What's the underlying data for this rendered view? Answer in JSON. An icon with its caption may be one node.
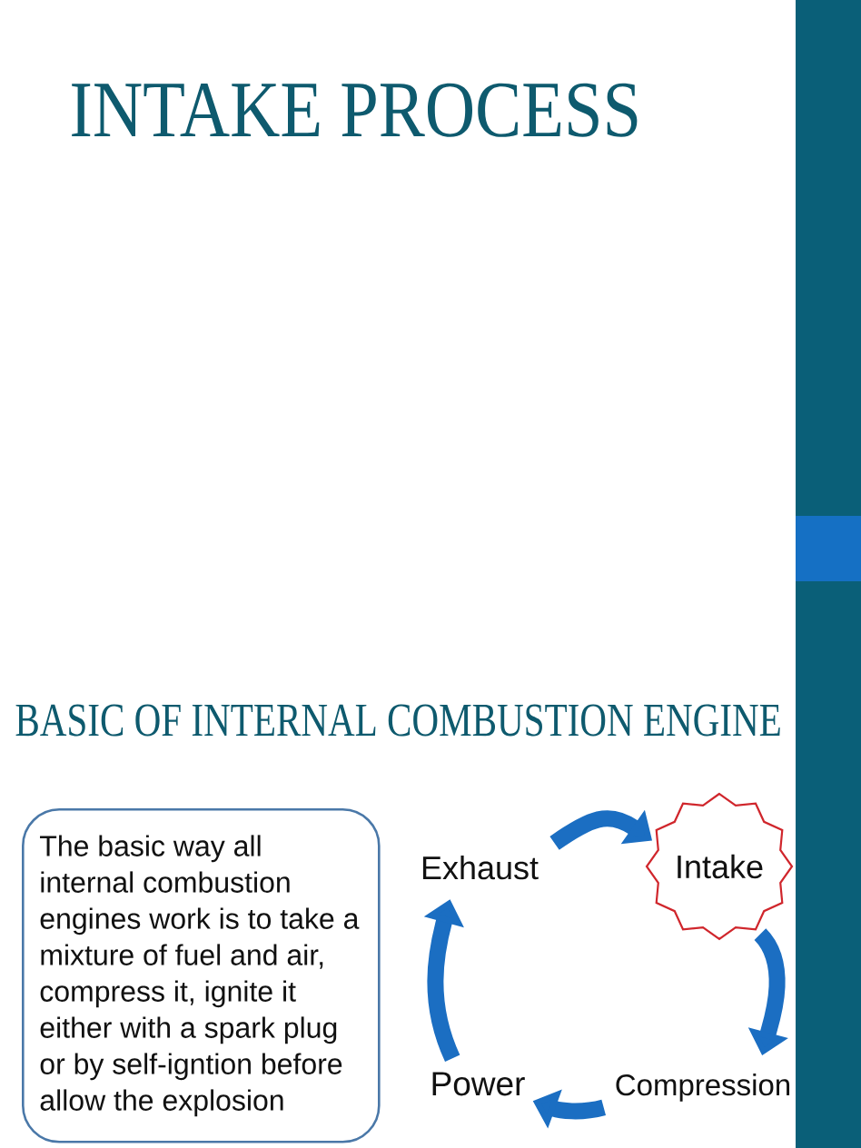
{
  "diagram": {
    "title": "INTAKE PROCESS",
    "nodes": [
      {
        "text": [
          "The basic way all internal combustion engines work is to take a mixture of fuel and air, compress it, ignite it either with a spark plug or by self-igntion before allow the explosion"
        ]
      },
      {
        "text": [
          "Exhaust"
        ]
      },
      {
        "text": [
          "Intake"
        ]
      },
      {
        "text": [
          "Compression"
        ]
      },
      {
        "text": [
          "Power"
        ]
      }
    ],
    "edges": [
      {
        "from": 1,
        "to": 2,
        "arrow": "to"
      },
      {
        "from": 2,
        "to": 3,
        "arrow": "to"
      },
      {
        "from": 3,
        "to": 4,
        "arrow": "to"
      },
      {
        "from": 4,
        "to": 1,
        "arrow": "to"
      }
    ],
    "labels": [
      "BASIC OF INTERNAL COMBUSTION ENGINE"
    ]
  }
}
